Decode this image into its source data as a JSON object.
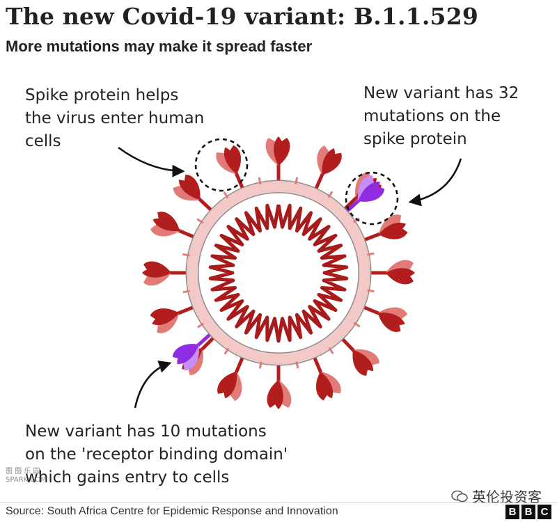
{
  "title": "The new Covid-19 variant: B.1.1.529",
  "subtitle": "More mutations may make it spread faster",
  "annotations": {
    "spike_protein": "Spike protein helps\nthe virus enter human\ncells",
    "spike_mutations": "New variant has 32\nmutations on the\nspike protein",
    "rbd_mutations": "New variant has 10 mutations\non the 'receptor binding domain'\nwhich gains entry to cells"
  },
  "footer": {
    "source": "Source:  South Africa Centre for Epidemic Response and Innovation",
    "logo_letters": [
      "B",
      "B",
      "C"
    ]
  },
  "watermarks": {
    "left_line1": "图 图 乐 园",
    "left_line2": "SPARK.COM",
    "right_text": "英伦投资客"
  },
  "colors": {
    "spike": "#b21e1e",
    "spike_light": "#e07b78",
    "membrane": "#f2c9c6",
    "membrane_outline": "#8e8e8e",
    "rna": "#a81b1b",
    "mutant_spike": "#8f2be0",
    "mutant_spike_light": "#c98df7"
  }
}
